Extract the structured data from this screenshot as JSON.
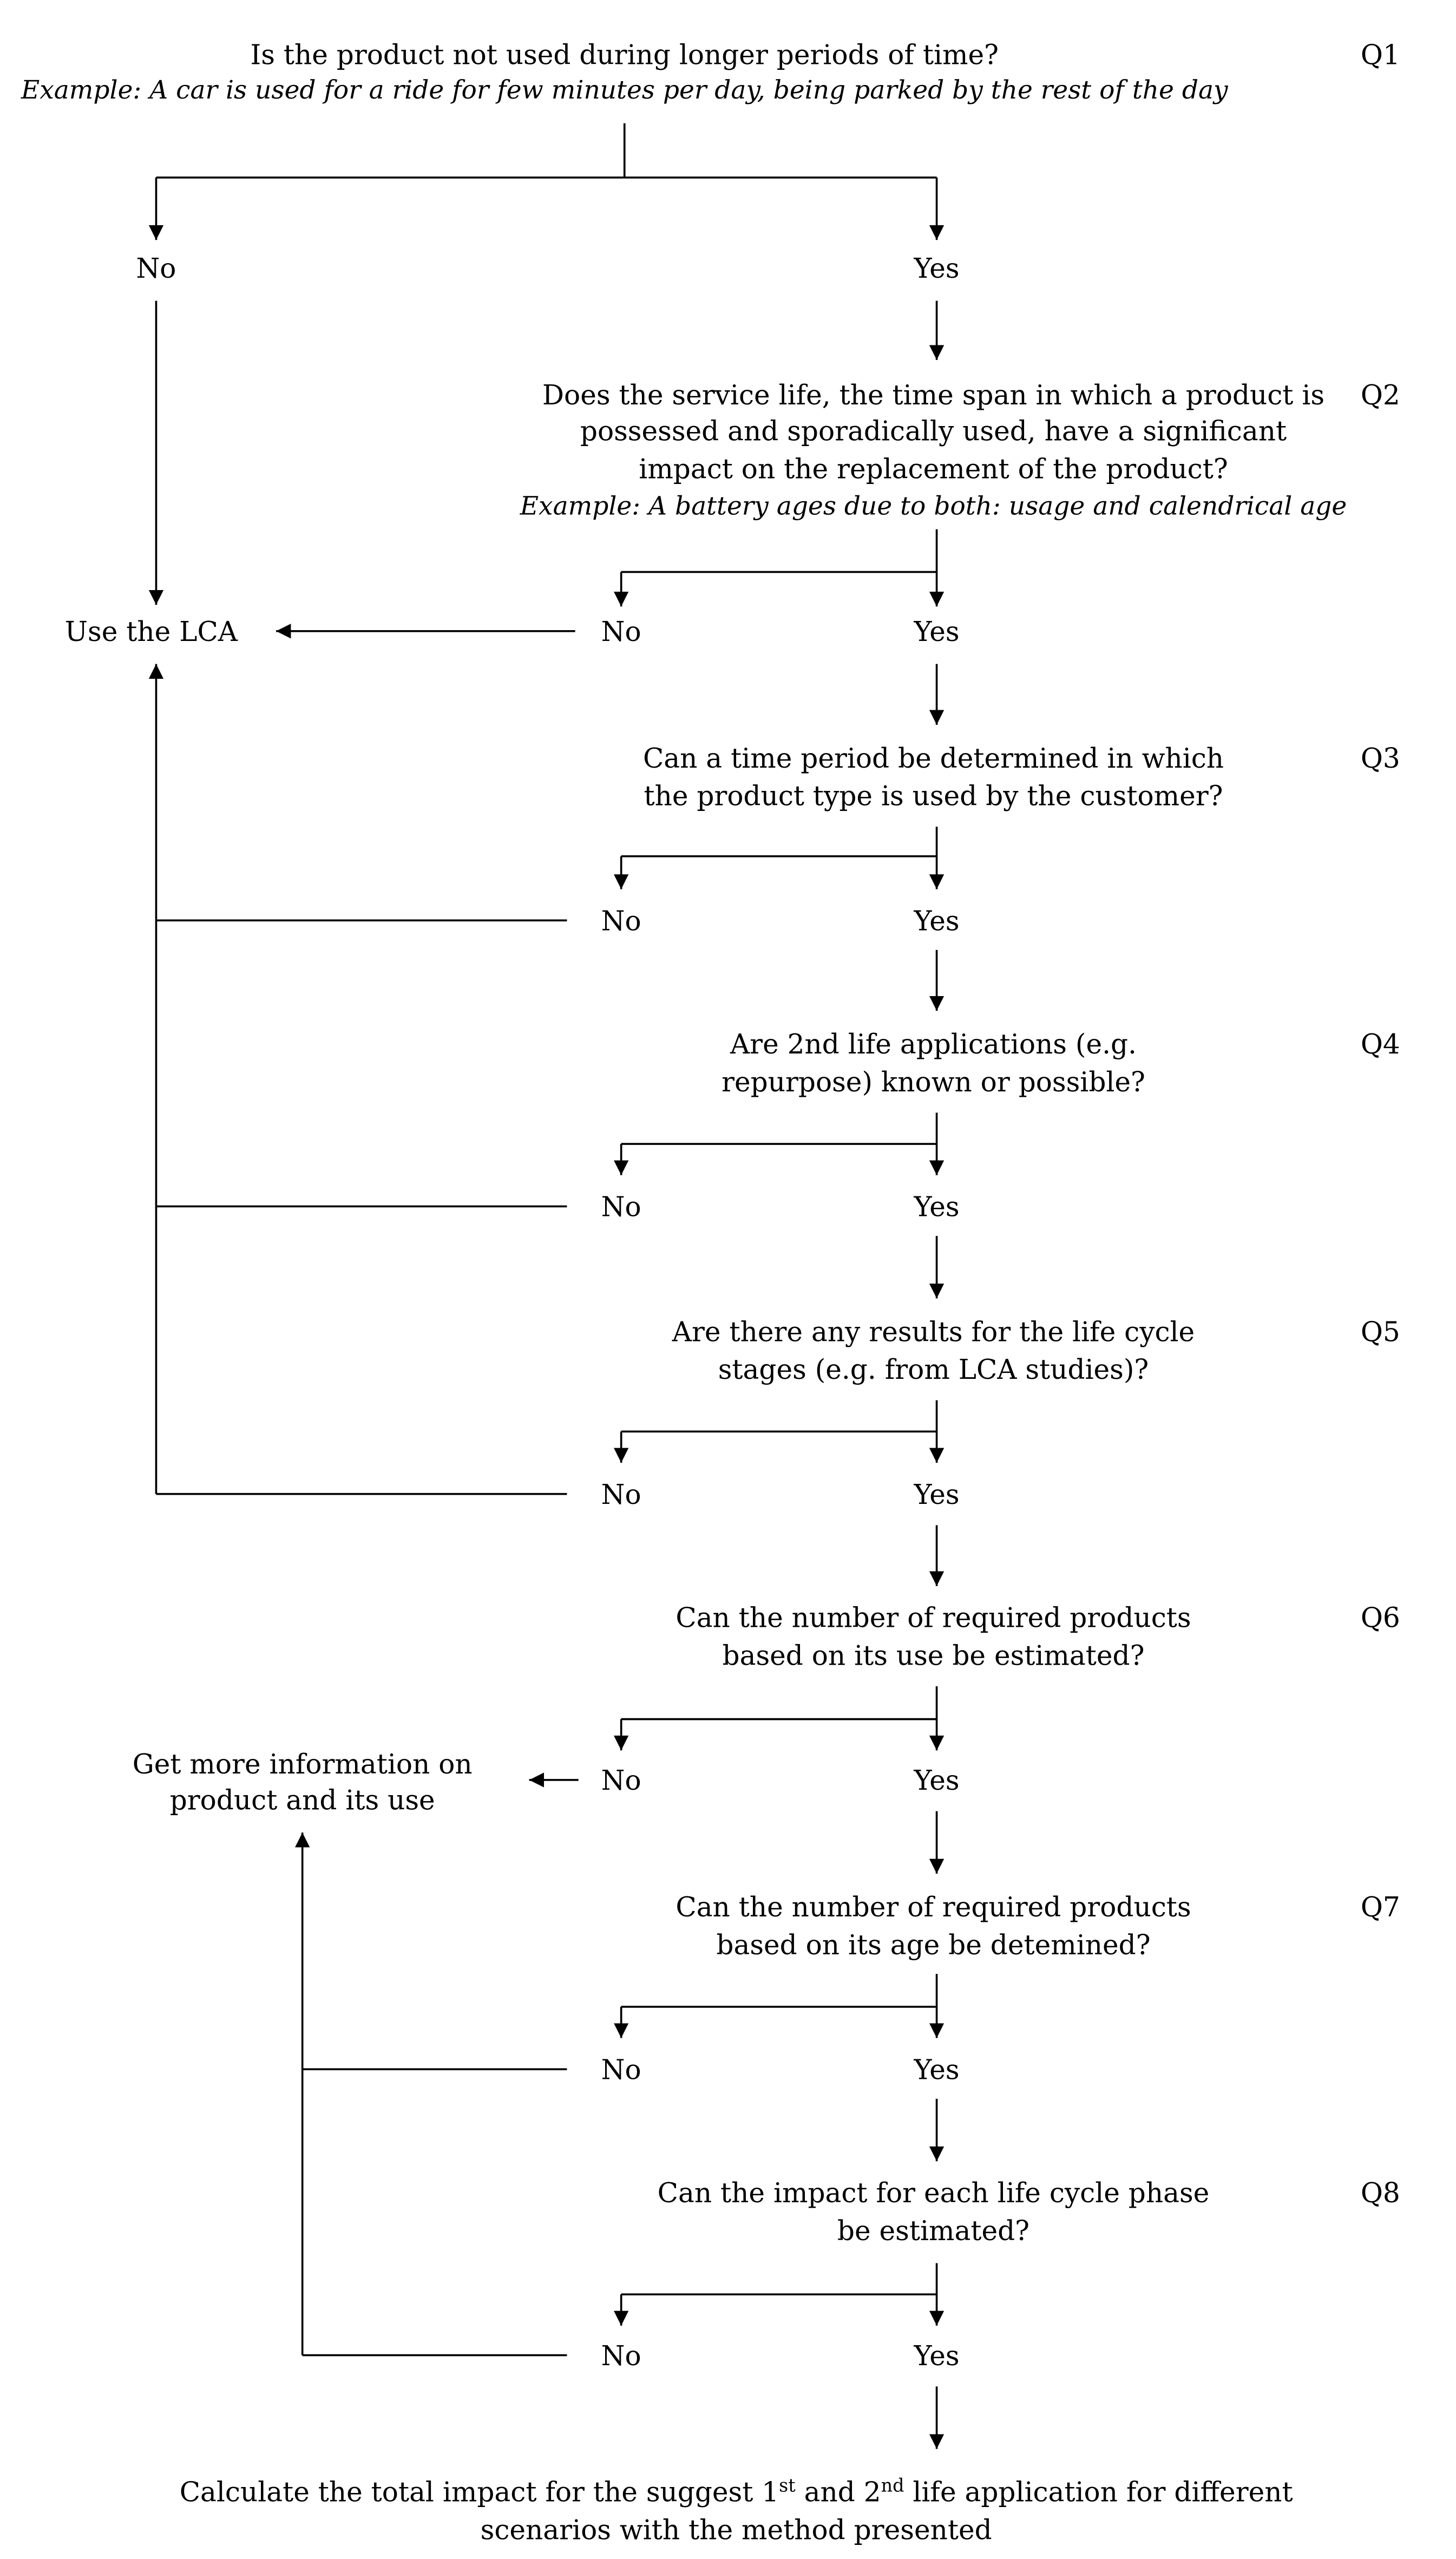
{
  "questions": [
    {
      "id": "Q1",
      "lines": [
        "Is the product not used during longer periods of time?"
      ],
      "example": "Example: A car is used for a ride for few minutes per day, being parked by the rest of the day"
    },
    {
      "id": "Q2",
      "lines": [
        "Does the service life, the time span in which a product is",
        "possessed and sporadically used, have a significant",
        "impact on the replacement of the product?"
      ],
      "example": "Example: A battery ages due to both: usage and calendrical age"
    },
    {
      "id": "Q3",
      "lines": [
        "Can a time period be determined in which",
        "the product type is used by the customer?"
      ]
    },
    {
      "id": "Q4",
      "lines": [
        "Are 2nd life applications (e.g.",
        "repurpose) known or possible?"
      ]
    },
    {
      "id": "Q5",
      "lines": [
        "Are there any results for the life cycle",
        "stages (e.g. from LCA studies)?"
      ]
    },
    {
      "id": "Q6",
      "lines": [
        "Can the number of required products",
        "based on its use be estimated?"
      ]
    },
    {
      "id": "Q7",
      "lines": [
        "Can the number of required products",
        "based on its age be detemined?"
      ]
    },
    {
      "id": "Q8",
      "lines": [
        "Can the impact for each life cycle phase",
        "be estimated?"
      ]
    }
  ],
  "answers": {
    "no": "No",
    "yes": "Yes"
  },
  "outcomes": {
    "use_lca": "Use the LCA",
    "more_info": [
      "Get more information on",
      "product and its use"
    ],
    "final": {
      "line1_parts": [
        "Calculate the total impact for the suggest 1",
        "st",
        " and 2",
        "nd",
        " life application for different"
      ],
      "line2": "scenarios with the method presented"
    }
  }
}
